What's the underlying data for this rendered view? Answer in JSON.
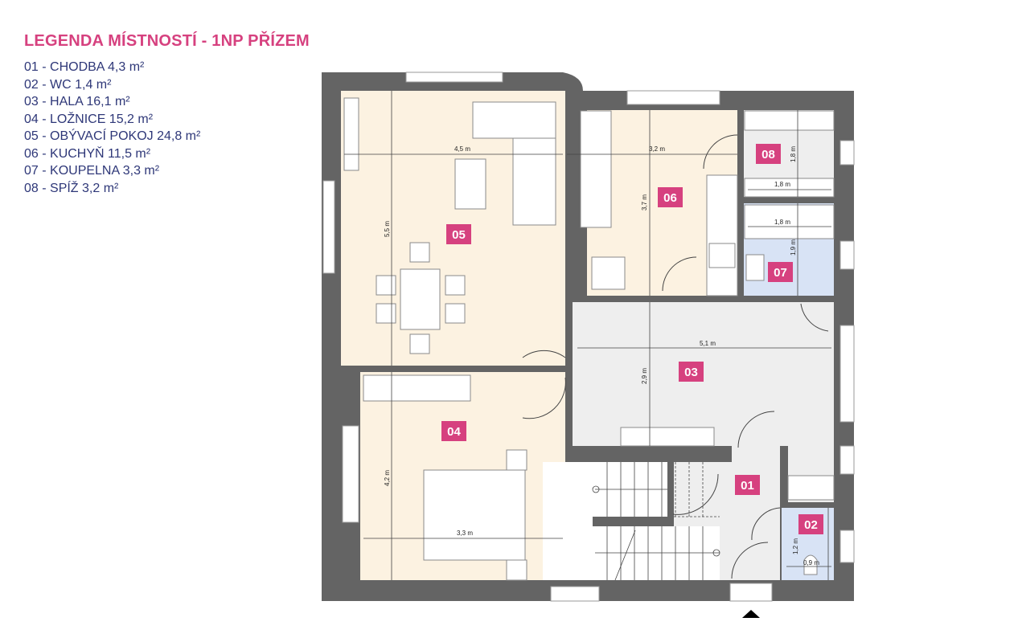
{
  "legend": {
    "title": "LEGENDA MÍSTNOSTÍ - 1NP PŘÍZEM",
    "items": [
      "01 - CHODBA 4,3 m²",
      "02 - WC 1,4 m²",
      "03 - HALA 16,1 m²",
      "04 - LOŽNICE 15,2 m²",
      "05 - OBÝVACÍ POKOJ 24,8 m²",
      "06 - KUCHYŇ 11,5 m²",
      "07 - KOUPELNA 3,3 m²",
      "08 - SPÍŽ 3,2 m²"
    ]
  },
  "rooms": {
    "r01": "01",
    "r02": "02",
    "r03": "03",
    "r04": "04",
    "r05": "05",
    "r06": "06",
    "r07": "07",
    "r08": "08"
  },
  "dimensions": {
    "d05_w": "4,5 m",
    "d05_h": "5,5 m",
    "d06_w": "3,2 m",
    "d06_h": "3,7 m",
    "d08_h": "1,8 m",
    "d08_w": "1,8 m",
    "d07_w": "1,8 m",
    "d07_h": "1,9 m",
    "d03_w": "5,1 m",
    "d03_h": "2,9 m",
    "d04_h": "4,2 m",
    "d04_w": "3,3 m",
    "d02_h": "1,2 m",
    "d02_w": "0,9 m"
  },
  "colors": {
    "accent": "#d6417f",
    "legend_text": "#2e3778",
    "wall": "#646464"
  }
}
